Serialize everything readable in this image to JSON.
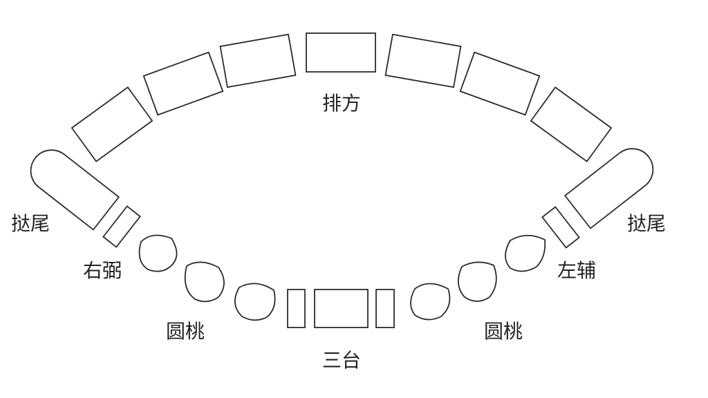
{
  "labels": {
    "top": "排方",
    "left_end": "挞尾",
    "right_end": "挞尾",
    "left_small": "右弼",
    "right_small": "左辅",
    "left_round": "圆桃",
    "right_round": "圆桃",
    "bottom": "三台"
  },
  "colors": {
    "stroke": "#2a2a2a",
    "text": "#222222",
    "background": "#ffffff"
  }
}
